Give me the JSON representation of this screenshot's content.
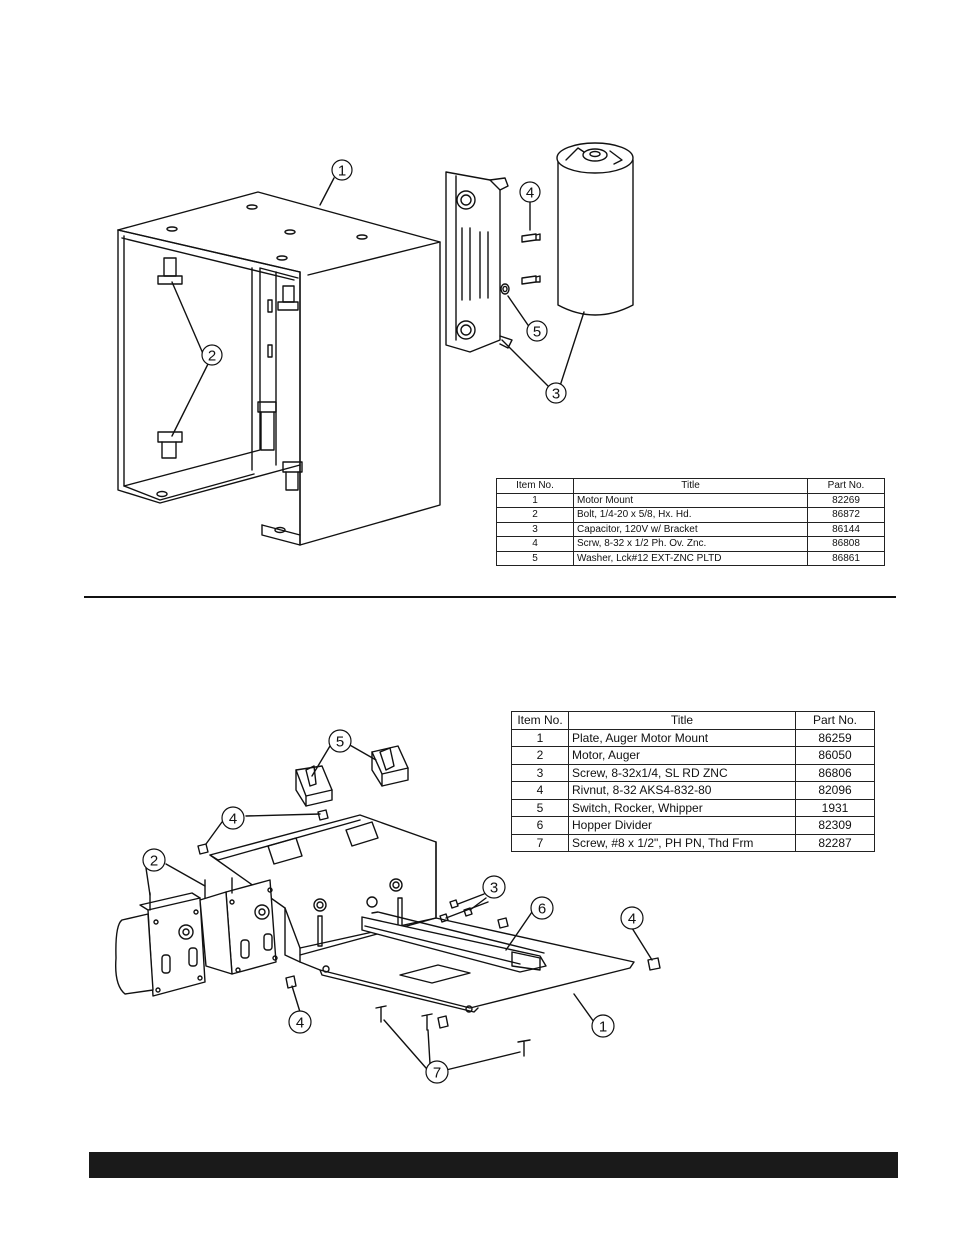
{
  "top_assembly": {
    "callouts": [
      "1",
      "2",
      "3",
      "4",
      "5"
    ],
    "bom": {
      "headers": {
        "item": "Item No.",
        "title": "Title",
        "part": "Part No."
      },
      "rows": [
        {
          "item": "1",
          "title": "Motor Mount",
          "part": "82269"
        },
        {
          "item": "2",
          "title": "Bolt, 1/4-20 x 5/8, Hx. Hd.",
          "part": "86872"
        },
        {
          "item": "3",
          "title": "Capacitor, 120V w/ Bracket",
          "part": "86144"
        },
        {
          "item": "4",
          "title": "Scrw, 8-32 x 1/2 Ph. Ov. Znc.",
          "part": "86808"
        },
        {
          "item": "5",
          "title": "Washer, Lck#12 EXT-ZNC PLTD",
          "part": "86861"
        }
      ]
    }
  },
  "bottom_assembly": {
    "callouts": [
      "5",
      "4",
      "2",
      "3",
      "6",
      "4",
      "4",
      "1",
      "7"
    ],
    "bom": {
      "headers": {
        "item": "Item No.",
        "title": "Title",
        "part": "Part No."
      },
      "rows": [
        {
          "item": "1",
          "title": "Plate, Auger Motor Mount",
          "part": "86259"
        },
        {
          "item": "2",
          "title": "Motor, Auger",
          "part": "86050"
        },
        {
          "item": "3",
          "title": "Screw, 8-32x1/4, SL RD ZNC",
          "part": "86806"
        },
        {
          "item": "4",
          "title": "Rivnut, 8-32 AKS4-832-80",
          "part": "82096"
        },
        {
          "item": "5",
          "title": "Switch, Rocker, Whipper",
          "part": "1931"
        },
        {
          "item": "6",
          "title": "Hopper Divider",
          "part": "82309"
        },
        {
          "item": "7",
          "title": "Screw, #8 x 1/2\", PH PN, Thd Frm",
          "part": "82287"
        }
      ]
    }
  }
}
